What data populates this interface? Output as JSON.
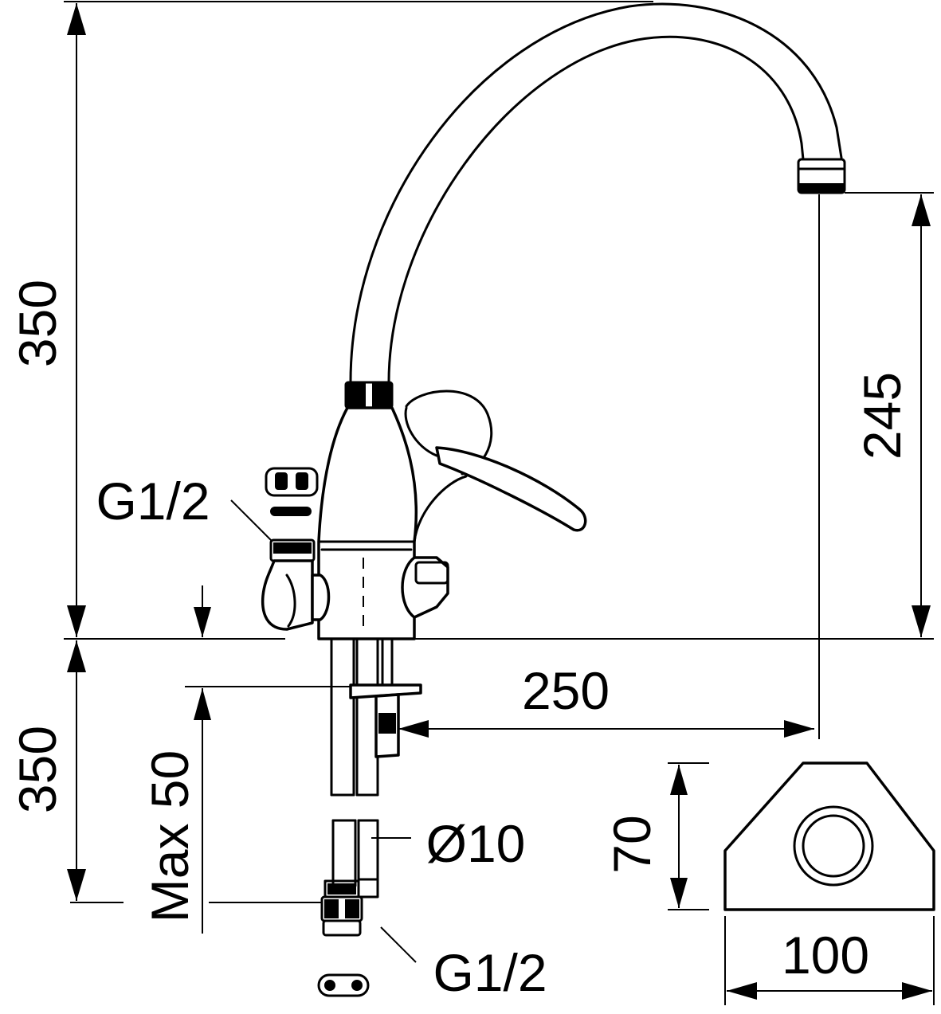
{
  "labels": {
    "height_upper": "350",
    "height_lower": "350",
    "spout_height": "245",
    "spout_reach": "250",
    "max_deck": "Max 50",
    "pipe_diameter": "Ø10",
    "thread_upper": "G1/2",
    "thread_lower": "G1/2",
    "base_depth": "70",
    "base_width": "100"
  }
}
